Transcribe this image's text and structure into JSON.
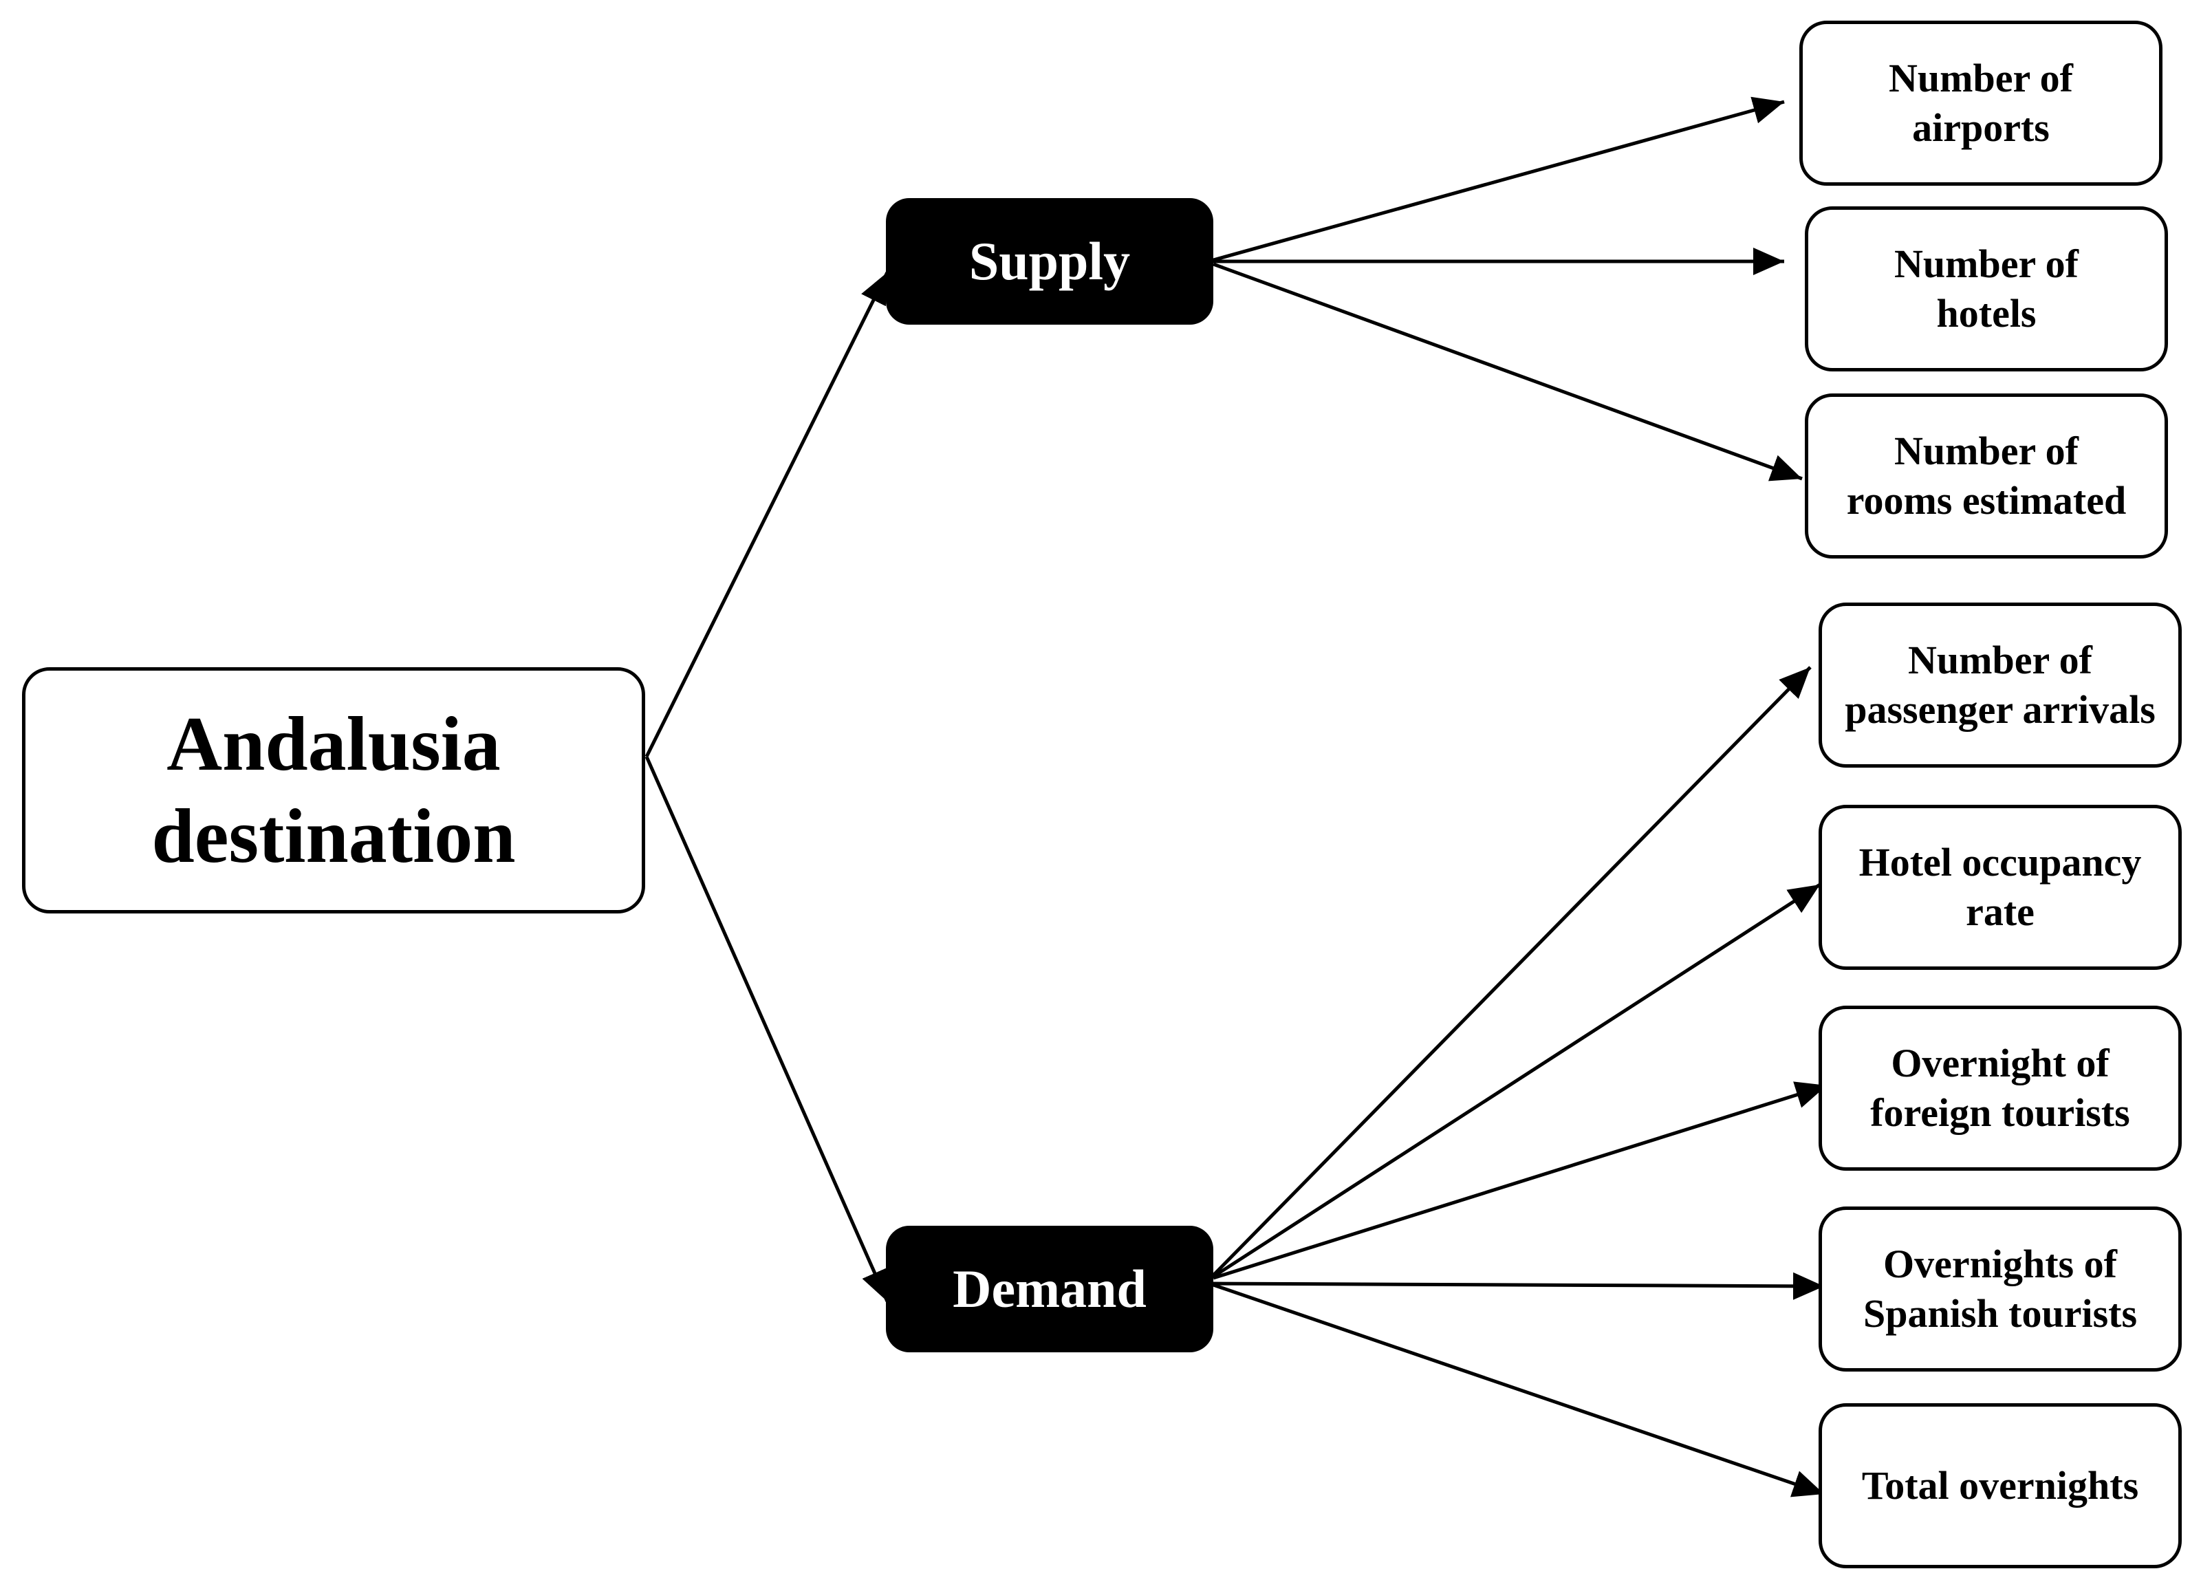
{
  "diagram": {
    "root": {
      "label": "Andalusia\ndestination"
    },
    "supply": {
      "label": "Supply",
      "children": [
        "Number of\nairports",
        "Number of\nhotels",
        "Number of\nrooms estimated"
      ]
    },
    "demand": {
      "label": "Demand",
      "children": [
        "Number of\npassenger arrivals",
        "Hotel occupancy\nrate",
        "Overnight of\nforeign tourists",
        "Overnights of\nSpanish tourists",
        "Total overnights"
      ]
    }
  },
  "colors": {
    "category_fill": "#000000",
    "category_text": "#ffffff",
    "box_border": "#000000",
    "line": "#000000"
  }
}
